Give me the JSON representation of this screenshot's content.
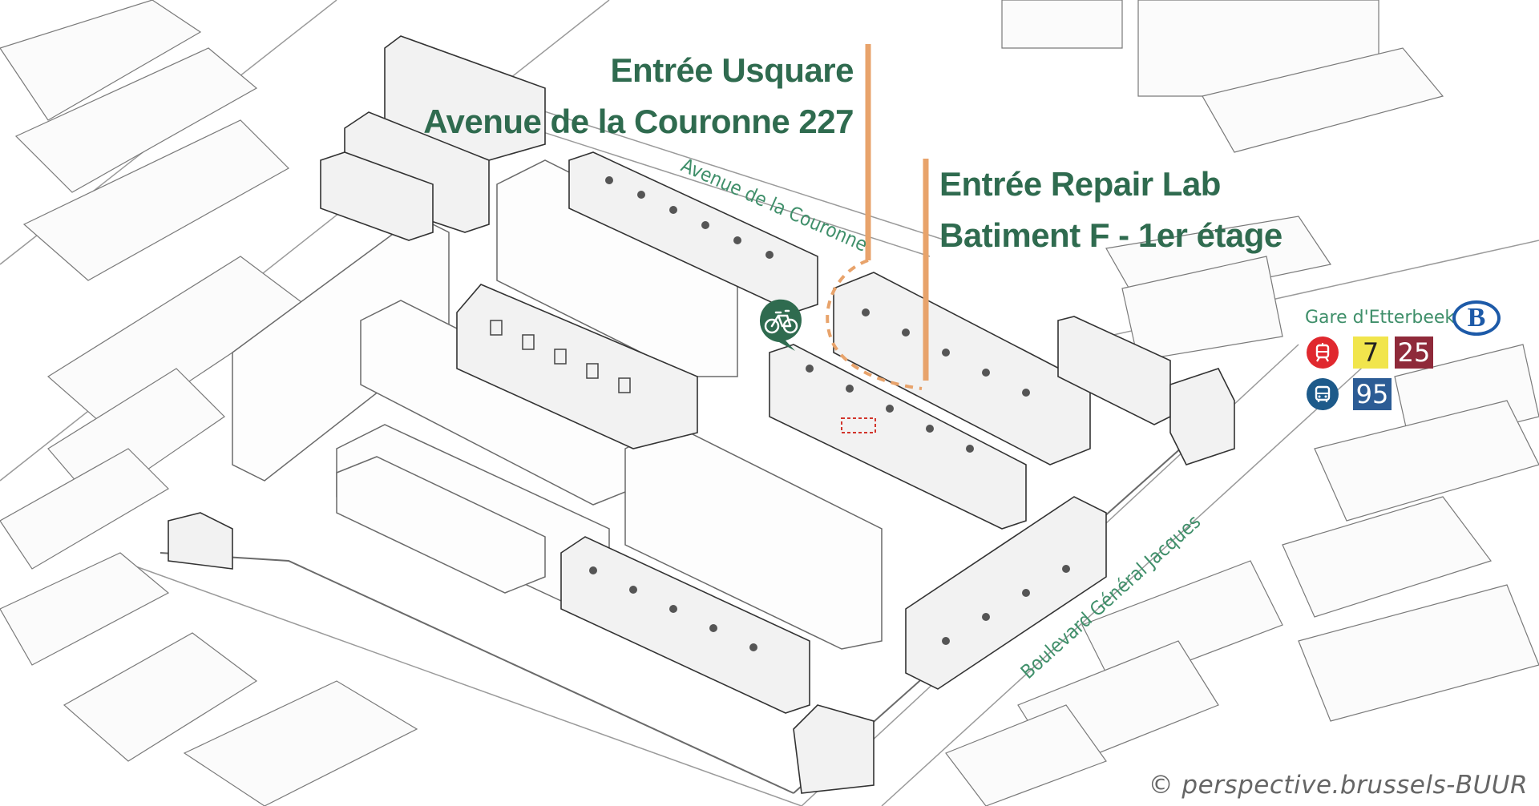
{
  "labels": {
    "entree_usquare_line1": "Entrée Usquare",
    "entree_usquare_line2": "Avenue de la Couronne 227",
    "entree_repair_line1": "Entrée Repair Lab",
    "entree_repair_line2": "Batiment F - 1er étage",
    "street_couronne": "Avenue de la Couronne",
    "street_jacques": "Boulevard Général Jacques"
  },
  "transit": {
    "station": "Gare d'Etterbeek",
    "rail_logo_letter": "B",
    "tram_lines": [
      "7",
      "25"
    ],
    "bus_lines": [
      "95"
    ]
  },
  "icons": {
    "bicycle": "bicycle-parking-icon",
    "tram": "tram-icon",
    "bus": "bus-icon",
    "rail": "sncb-rail-logo-icon"
  },
  "colors": {
    "label_green": "#2f6b4f",
    "street_green": "#3f8f6a",
    "marker_orange": "#e8a36b",
    "tram_red": "#e0282e",
    "bus_blue": "#1d5a8a",
    "sncb_blue": "#1d5aa8",
    "line7_yellow": "#f1e54c",
    "line25_maroon": "#8f2a3a",
    "line95_blue": "#2c5c95"
  },
  "copyright": "© perspective.brussels-BUUR"
}
